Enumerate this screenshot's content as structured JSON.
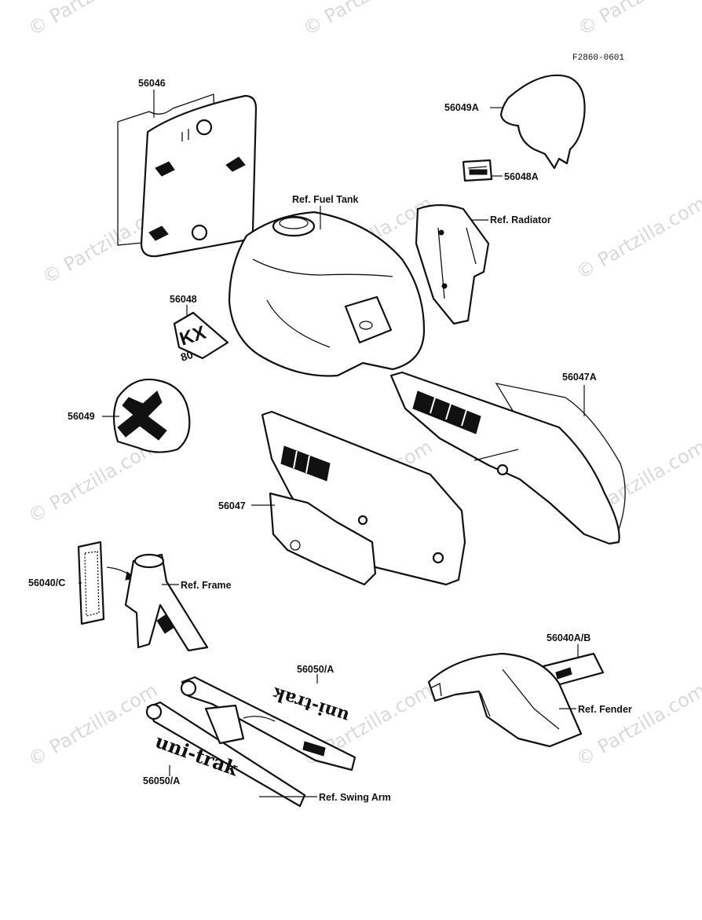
{
  "diagram": {
    "code": "F2860-0601",
    "watermark": "© Partzilla.com",
    "labels": {
      "p56046": "56046",
      "p56049a": "56049A",
      "p56048a": "56048A",
      "ref_fuel_tank": "Ref. Fuel Tank",
      "ref_radiator": "Ref. Radiator",
      "p56048": "56048",
      "p56049": "56049",
      "p56047a": "56047A",
      "p56047": "56047",
      "p56040c": "56040/C",
      "ref_frame": "Ref. Frame",
      "p56040ab": "56040A/B",
      "p56050a_top": "56050/A",
      "ref_fender": "Ref. Fender",
      "p56050a_bottom": "56050/A",
      "ref_swing_arm": "Ref. Swing Arm"
    },
    "decal_text": {
      "kx": "KX",
      "kx_number": "80",
      "unitrak": "uni-trak"
    }
  }
}
